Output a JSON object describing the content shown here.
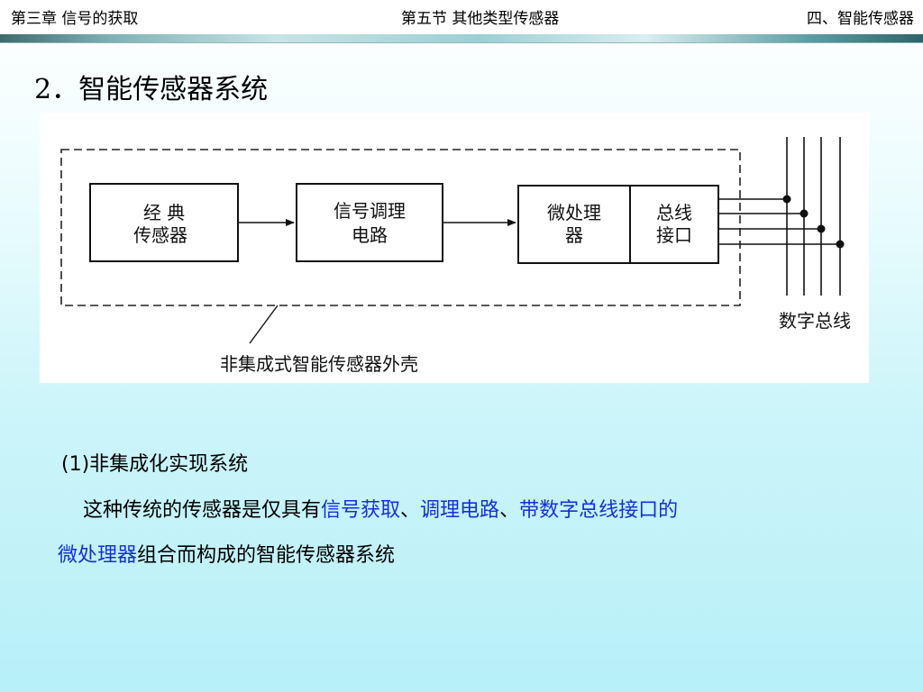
{
  "header": {
    "left": "第三章  信号的获取",
    "center": "第五节  其他类型传感器",
    "right": "四、智能传感器"
  },
  "title": "2．智能传感器系统",
  "diagram": {
    "blocks": [
      {
        "line1": "经  典",
        "line2": "传感器"
      },
      {
        "line1": "信号调理",
        "line2": "电路"
      },
      {
        "line1": "微处理",
        "line2": "器"
      },
      {
        "line1": "总线",
        "line2": "接口"
      }
    ],
    "bus_label": "数字总线",
    "housing_label": "非集成式智能传感器外壳"
  },
  "text": {
    "heading": "(1)非集成化实现系统",
    "line1_plain1": "这种传统的传感器是仅具有",
    "line1_hl1": "信号获取",
    "sep1": "、",
    "line1_hl2": "调理电路",
    "sep2": "、",
    "line1_hl3": "带数字总线接口的",
    "line2_hl": "微处理器",
    "line2_plain": "组合而构成的智能传感器系统"
  },
  "colors": {
    "highlight": "#1530d8"
  }
}
